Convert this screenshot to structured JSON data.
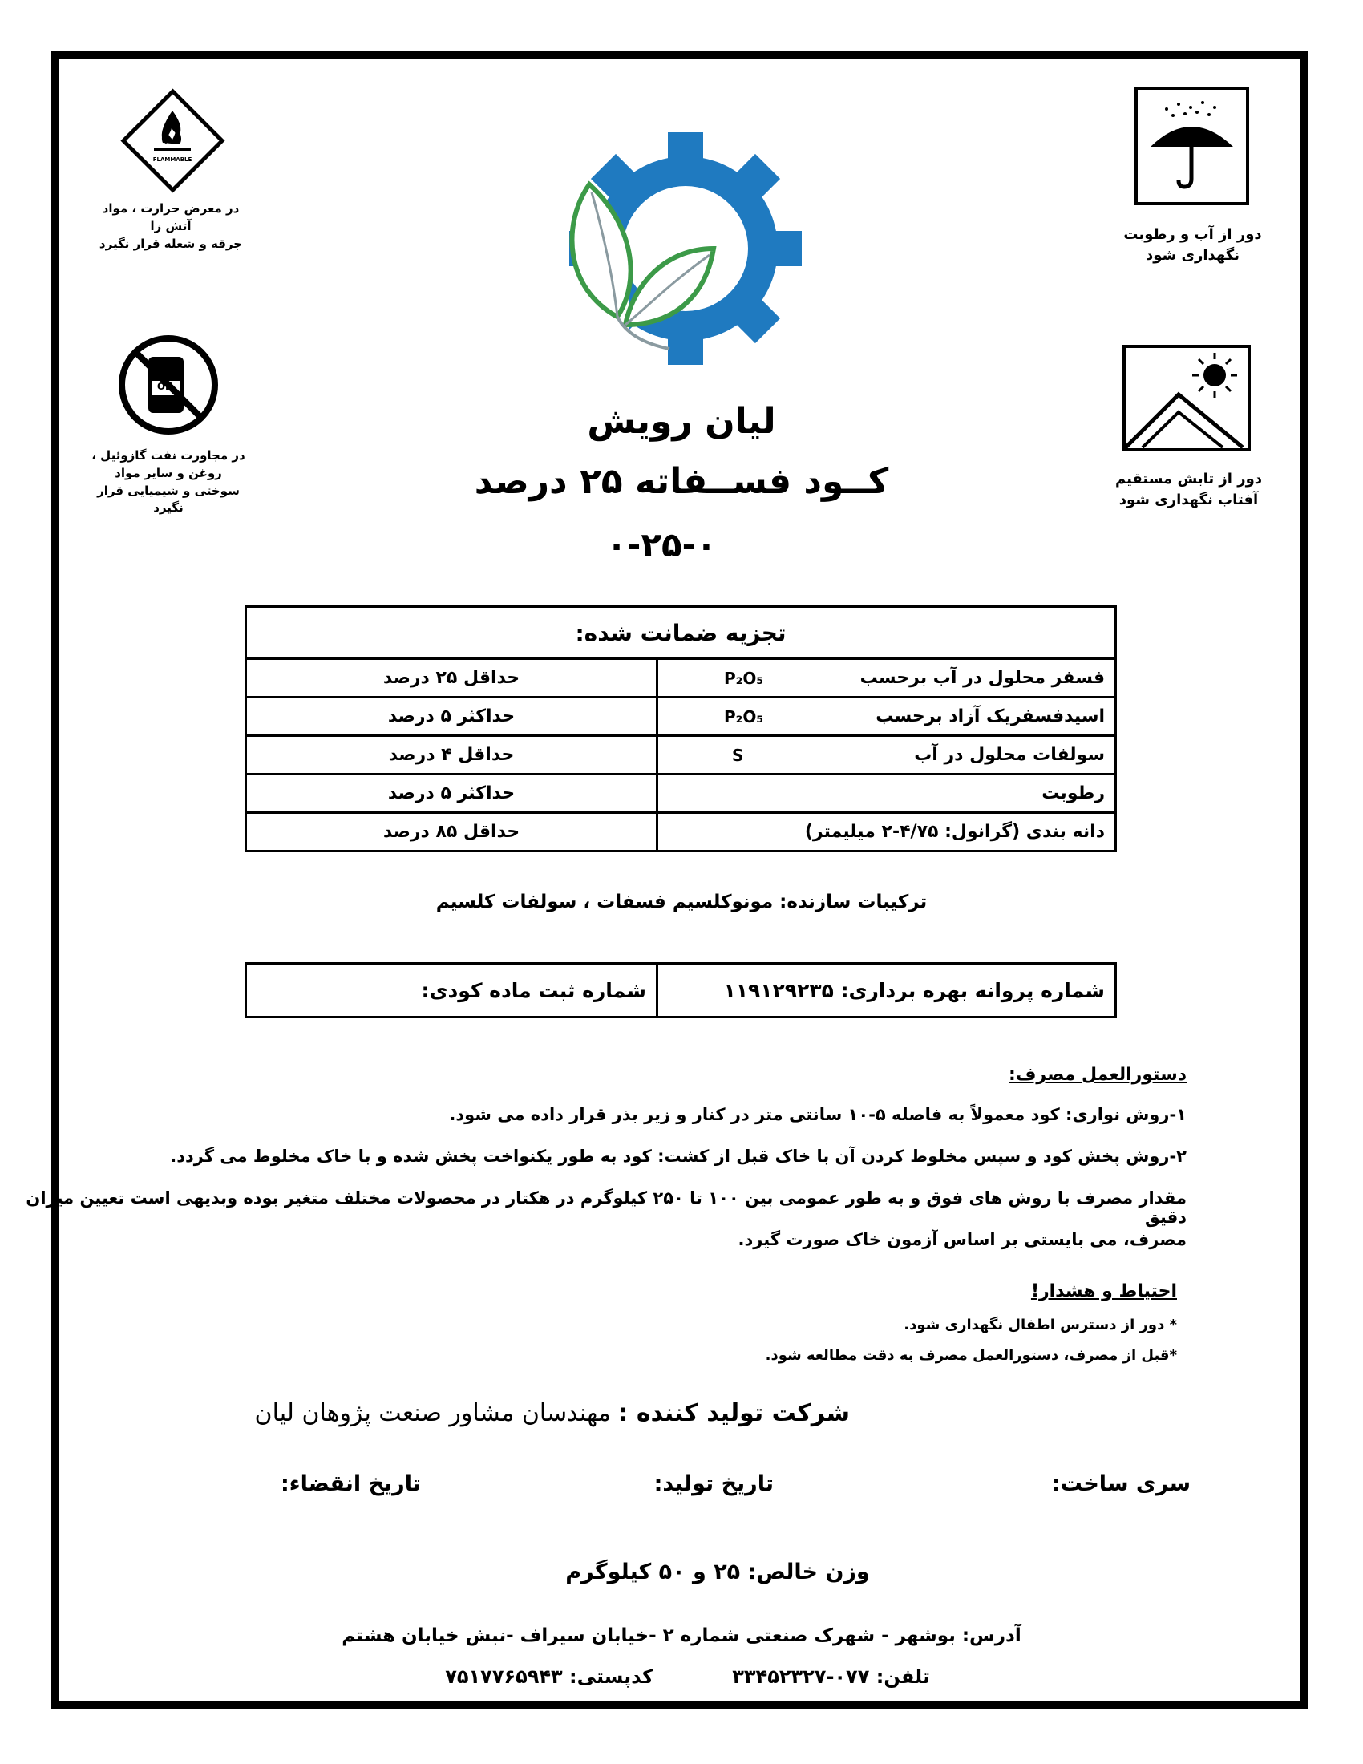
{
  "hazards": {
    "flammable_sign": "FLAMMABLE",
    "flammable_caption": [
      "در معرض حرارت ، مواد آتش زا",
      "جرقه و شعله قرار نگیرد"
    ],
    "oil_sign": "OIL",
    "oil_caption": [
      "در مجاورت نفت گازوئیل ،",
      "روغن و سایر مواد",
      "سوختی و شیمیایی قرار نگیرد"
    ],
    "water_caption": [
      "دور از آب و رطوبت",
      "نگهداری شود"
    ],
    "sun_caption": [
      "دور از تابش مستقیم",
      "آفتاب نگهداری شود"
    ]
  },
  "product": {
    "brand": "لیان رویش",
    "name": "کــود فســفاته ۲۵ درصد",
    "formula": "۰-۲۵-۰"
  },
  "analysis": {
    "title": "تجزیه ضمانت شده:",
    "rows": [
      {
        "label": "فسفر محلول در آب برحسب",
        "formula": "P₂O₅",
        "value": "حداقل ۲۵ درصد"
      },
      {
        "label": "اسیدفسفریک آزاد برحسب",
        "formula": "P₂O₅",
        "value": "حداکثر ۵ درصد"
      },
      {
        "label": "سولفات محلول در آب",
        "formula": "S",
        "value": "حداقل ۴ درصد"
      },
      {
        "label": "رطوبت",
        "formula": "",
        "value": "حداکثر ۵ درصد"
      },
      {
        "label": "دانه بندی (گرانول: ۴/۷۵-۲ میلیمتر)",
        "formula": "",
        "value": "حداقل ۸۵ درصد"
      }
    ]
  },
  "composition": "ترکیبات سازنده: مونوکلسیم فسفات ، سولفات کلسیم",
  "license": {
    "permit": "شماره پروانه بهره برداری: ۱۱۹۱۲۹۲۳۵",
    "registration": "شماره ثبت ماده کودی:"
  },
  "usage": {
    "title": "دستورالعمل مصرف:",
    "lines": [
      "۱-روش نواری: کود معمولاً به فاصله ۵-۱۰ سانتی متر در کنار و زیر بذر قرار داده می شود.",
      "۲-روش پخش کود و سپس مخلوط کردن آن با خاک قبل از کشت: کود به طور یکنواخت پخش شده و با خاک مخلوط می گردد.",
      "مقدار مصرف با روش های فوق و به طور عمومی بین ۱۰۰ تا ۲۵۰ کیلوگرم در هکتار در محصولات مختلف متغیر بوده وبدیهی است تعیین میزان دقیق",
      "مصرف، می بایستی بر اساس آزمون خاک صورت گیرد."
    ]
  },
  "warning": {
    "title": "احتیاط و هشدار!",
    "lines": [
      "* دور از دسترس اطفال نگهداری شود.",
      "*قبل از مصرف، دستورالعمل مصرف به دقت مطالعه شود."
    ]
  },
  "producer": {
    "label": "شرکت تولید کننده :",
    "name": "مهندسان مشاور صنعت پژوهان لیان"
  },
  "batch": {
    "series": "سری ساخت:",
    "production_date": "تاریخ تولید:",
    "expiry_date": "تاریخ انقضاء:"
  },
  "net_weight": "وزن خالص: ۲۵ و ۵۰ کیلوگرم",
  "address": "آدرس: بوشهر - شهرک صنعتی شماره ۲ -خیابان سیراف -نبش خیابان هشتم",
  "phone": "تلفن: ۰۷۷-۳۳۴۵۲۳۲۷",
  "postal_code": "کدپستی: ۷۵۱۷۷۶۵۹۴۳",
  "colors": {
    "logo_blue": "#1f7ac0",
    "logo_green": "#3c9a48",
    "logo_gray": "#8a9aa0"
  }
}
